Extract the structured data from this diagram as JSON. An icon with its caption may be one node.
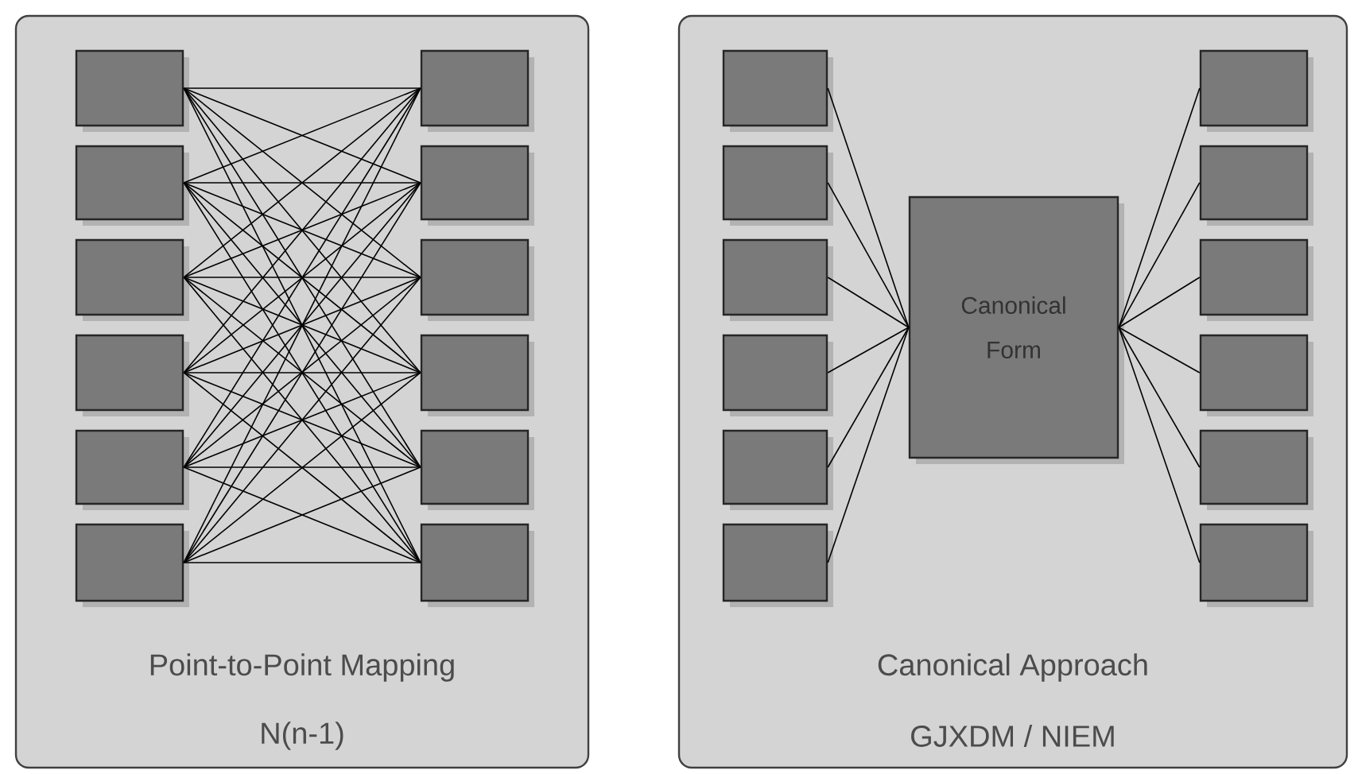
{
  "diagram": {
    "nodes": [
      {
        "text": [
          "Point-to-Point Mapping",
          "N(n-1)"
        ]
      },
      {
        "text": [],
        "shape": "box",
        "in": 0
      },
      {
        "text": [],
        "shape": "box",
        "in": 0
      },
      {
        "text": [],
        "shape": "box",
        "in": 0
      },
      {
        "text": [],
        "shape": "box",
        "in": 0
      },
      {
        "text": [],
        "shape": "box",
        "in": 0
      },
      {
        "text": [],
        "shape": "box",
        "in": 0
      },
      {
        "text": [],
        "shape": "box",
        "in": 0
      },
      {
        "text": [],
        "shape": "box",
        "in": 0
      },
      {
        "text": [],
        "shape": "box",
        "in": 0
      },
      {
        "text": [],
        "shape": "box",
        "in": 0
      },
      {
        "text": [],
        "shape": "box",
        "in": 0
      },
      {
        "text": [],
        "shape": "box",
        "in": 0
      },
      {
        "text": [
          "Canonical Approach",
          "GJXDM / NIEM"
        ]
      },
      {
        "text": [],
        "shape": "box",
        "in": 13
      },
      {
        "text": [],
        "shape": "box",
        "in": 13
      },
      {
        "text": [],
        "shape": "box",
        "in": 13
      },
      {
        "text": [],
        "shape": "box",
        "in": 13
      },
      {
        "text": [],
        "shape": "box",
        "in": 13
      },
      {
        "text": [],
        "shape": "box",
        "in": 13
      },
      {
        "text": [
          "Canonical Form"
        ],
        "in": 13
      },
      {
        "text": [],
        "shape": "box",
        "in": 13
      },
      {
        "text": [],
        "shape": "box",
        "in": 13
      },
      {
        "text": [],
        "shape": "box",
        "in": 13
      },
      {
        "text": [],
        "shape": "box",
        "in": 13
      },
      {
        "text": [],
        "shape": "box",
        "in": 13
      },
      {
        "text": [],
        "shape": "box",
        "in": 13
      }
    ],
    "edges": [
      {
        "from": 1,
        "to": 7,
        "arrow": "none"
      },
      {
        "from": 1,
        "to": 8,
        "arrow": "none"
      },
      {
        "from": 1,
        "to": 9,
        "arrow": "none"
      },
      {
        "from": 1,
        "to": 10,
        "arrow": "none"
      },
      {
        "from": 1,
        "to": 11,
        "arrow": "none"
      },
      {
        "from": 1,
        "to": 12,
        "arrow": "none"
      },
      {
        "from": 2,
        "to": 7,
        "arrow": "none"
      },
      {
        "from": 2,
        "to": 8,
        "arrow": "none"
      },
      {
        "from": 2,
        "to": 9,
        "arrow": "none"
      },
      {
        "from": 2,
        "to": 10,
        "arrow": "none"
      },
      {
        "from": 2,
        "to": 11,
        "arrow": "none"
      },
      {
        "from": 2,
        "to": 12,
        "arrow": "none"
      },
      {
        "from": 3,
        "to": 7,
        "arrow": "none"
      },
      {
        "from": 3,
        "to": 8,
        "arrow": "none"
      },
      {
        "from": 3,
        "to": 9,
        "arrow": "none"
      },
      {
        "from": 3,
        "to": 10,
        "arrow": "none"
      },
      {
        "from": 3,
        "to": 11,
        "arrow": "none"
      },
      {
        "from": 3,
        "to": 12,
        "arrow": "none"
      },
      {
        "from": 4,
        "to": 7,
        "arrow": "none"
      },
      {
        "from": 4,
        "to": 8,
        "arrow": "none"
      },
      {
        "from": 4,
        "to": 9,
        "arrow": "none"
      },
      {
        "from": 4,
        "to": 10,
        "arrow": "none"
      },
      {
        "from": 4,
        "to": 11,
        "arrow": "none"
      },
      {
        "from": 4,
        "to": 12,
        "arrow": "none"
      },
      {
        "from": 5,
        "to": 7,
        "arrow": "none"
      },
      {
        "from": 5,
        "to": 8,
        "arrow": "none"
      },
      {
        "from": 5,
        "to": 9,
        "arrow": "none"
      },
      {
        "from": 5,
        "to": 10,
        "arrow": "none"
      },
      {
        "from": 5,
        "to": 11,
        "arrow": "none"
      },
      {
        "from": 5,
        "to": 12,
        "arrow": "none"
      },
      {
        "from": 6,
        "to": 7,
        "arrow": "none"
      },
      {
        "from": 6,
        "to": 8,
        "arrow": "none"
      },
      {
        "from": 6,
        "to": 9,
        "arrow": "none"
      },
      {
        "from": 6,
        "to": 10,
        "arrow": "none"
      },
      {
        "from": 6,
        "to": 11,
        "arrow": "none"
      },
      {
        "from": 6,
        "to": 12,
        "arrow": "none"
      },
      {
        "from": 14,
        "to": 20,
        "arrow": "none"
      },
      {
        "from": 15,
        "to": 20,
        "arrow": "none"
      },
      {
        "from": 16,
        "to": 20,
        "arrow": "none"
      },
      {
        "from": 17,
        "to": 20,
        "arrow": "none"
      },
      {
        "from": 18,
        "to": 20,
        "arrow": "none"
      },
      {
        "from": 19,
        "to": 20,
        "arrow": "none"
      },
      {
        "from": 20,
        "to": 21,
        "arrow": "none"
      },
      {
        "from": 20,
        "to": 22,
        "arrow": "none"
      },
      {
        "from": 20,
        "to": 23,
        "arrow": "none"
      },
      {
        "from": 20,
        "to": 24,
        "arrow": "none"
      },
      {
        "from": 20,
        "to": 25,
        "arrow": "none"
      },
      {
        "from": 20,
        "to": 26,
        "arrow": "none"
      }
    ]
  }
}
